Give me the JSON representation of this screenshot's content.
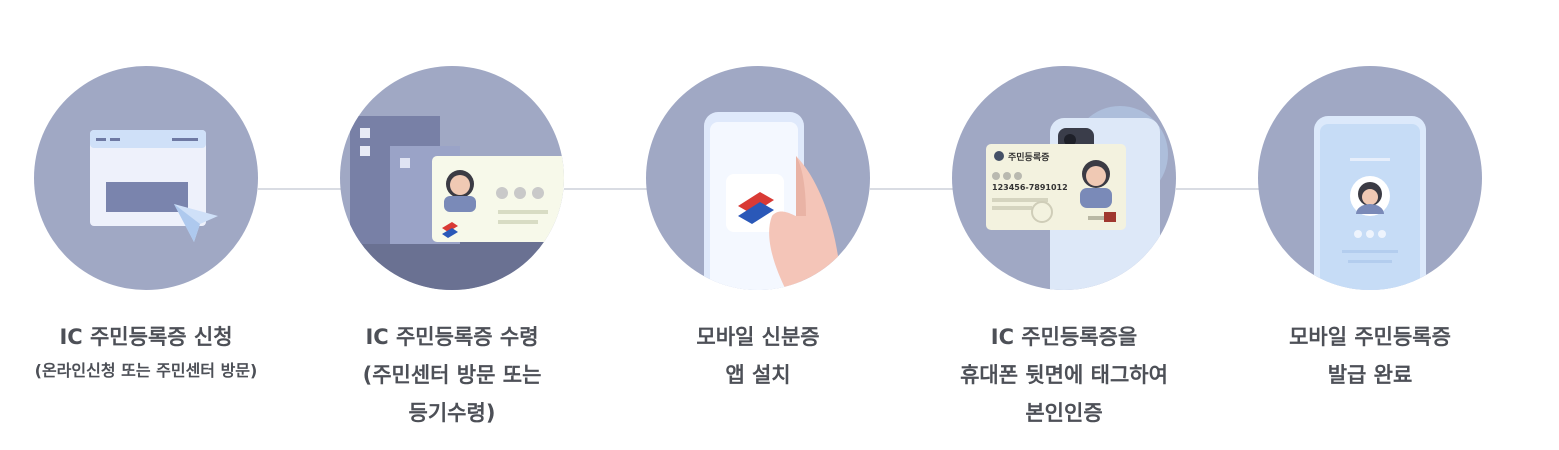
{
  "steps": [
    {
      "icon": "online-application-icon",
      "lines": [
        "IC 주민등록증 신청"
      ],
      "sub": "(온라인신청 또는 주민센터 방문)"
    },
    {
      "icon": "id-card-receive-icon",
      "lines": [
        "IC 주민등록증 수령",
        "(주민센터 방문 또는",
        "등기수령)"
      ]
    },
    {
      "icon": "mobile-app-install-icon",
      "lines": [
        "모바일 신분증",
        "앱 설치"
      ]
    },
    {
      "icon": "nfc-tag-phone-icon",
      "lines": [
        "IC 주민등록증을",
        "휴대폰 뒷면에 태그하여",
        "본인인증"
      ]
    },
    {
      "icon": "mobile-id-issued-icon",
      "lines": [
        "모바일 주민등록증",
        "발급 완료"
      ]
    }
  ],
  "card_text": {
    "title": "주민등록증",
    "number": "123456-7891012"
  },
  "colors": {
    "circle": "#a0a8c4",
    "connector": "#d9dce3",
    "label": "#4d5057",
    "accent_red": "#d93a35",
    "accent_blue": "#2a58b8"
  }
}
